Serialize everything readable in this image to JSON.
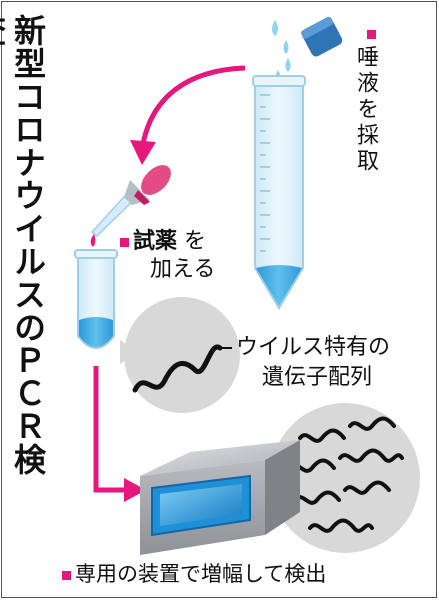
{
  "title": "新型コロナウイルスのＰＣＲ検査",
  "steps": {
    "collect": "唾液を採取",
    "reagent_line1": "試薬",
    "reagent_particle": "を",
    "reagent_line2": "加える",
    "gene_line1": "ウイルス特有の",
    "gene_line2": "遺伝子配列",
    "amplify": "専用の装置で増幅して検出"
  },
  "colors": {
    "accent": "#e6177d",
    "liquid": "#3aa7de",
    "tube": "#dff1fb",
    "device": "#c9cccf",
    "screen": "#1f8fd6",
    "cap": "#2f74b5"
  }
}
